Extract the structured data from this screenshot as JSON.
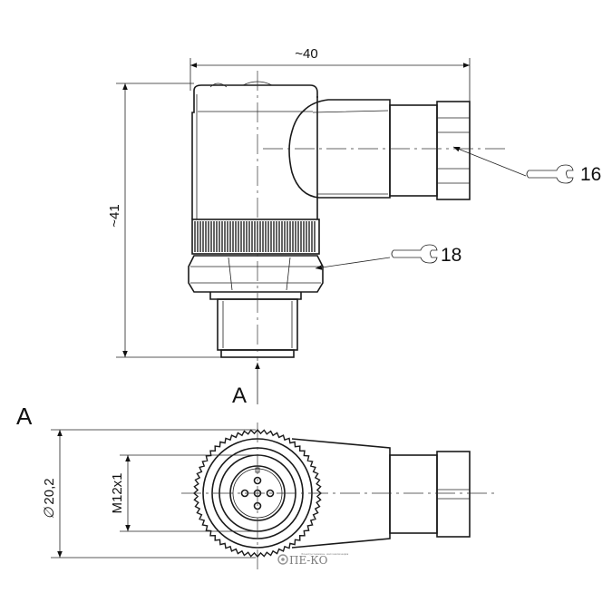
{
  "dimensions": {
    "width": "~40",
    "height": "~41",
    "wrench_cable": "16",
    "wrench_nut": "18",
    "diameter": "20,2",
    "diameter_symbol": "∅",
    "thread": "M12x1"
  },
  "view": {
    "arrow_label": "A",
    "section_label": "A"
  },
  "logo": {
    "text": "ПЕ-КО",
    "tagline": "Электротехника. Автоматизация"
  }
}
